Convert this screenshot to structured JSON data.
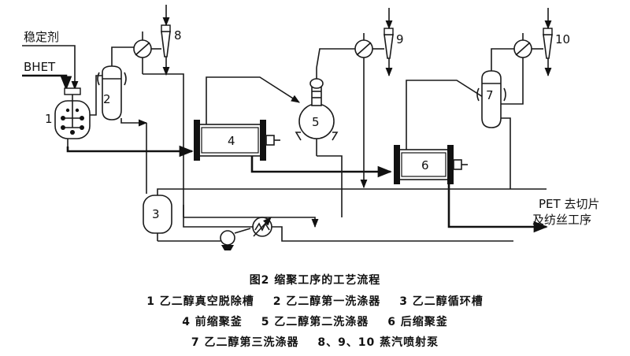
{
  "inputs": {
    "stabilizer": "稳定剂",
    "bhet": "BHET"
  },
  "output": {
    "line1": "PET 去切片",
    "line2": "及纺丝工序"
  },
  "labels": {
    "n1": "1",
    "n2": "2",
    "n3": "3",
    "n4": "4",
    "n5": "5",
    "n6": "6",
    "n7": "7",
    "n8": "8",
    "n9": "9",
    "n10": "10"
  },
  "caption": "图2   缩聚工序的工艺流程",
  "legend": [
    [
      "1 乙二醇真空脱除槽",
      "2 乙二醇第一洗涤器",
      "3 乙二醇循环槽"
    ],
    [
      "4 前缩聚釜",
      "5 乙二醇第二洗涤器",
      "6 后缩聚釜"
    ],
    [
      "7 乙二醇第三洗涤器",
      "8、9、10 蒸汽喷射泵"
    ]
  ]
}
